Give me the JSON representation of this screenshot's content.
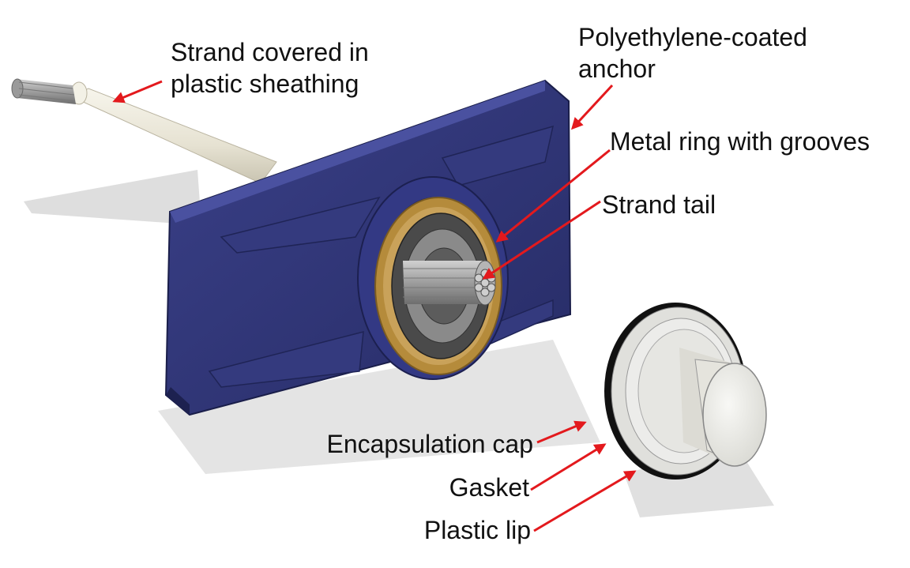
{
  "colors": {
    "anchor_blue": "#2e3475",
    "anchor_blue_dark": "#1f2456",
    "anchor_blue_light": "#3d4391",
    "sheath_cream": "#ebe7d8",
    "ring_gold": "#b48a3a",
    "strand_gray": "#a9a9a9",
    "cap_white": "#ededea",
    "gasket_black": "#111111",
    "arrow_red": "#e3191d",
    "shadow": "#d9d9d9"
  },
  "labels": {
    "strand_sheath_line1": "Strand covered in",
    "strand_sheath_line2": "plastic sheathing",
    "anchor_line1": "Polyethylene-coated",
    "anchor_line2": "anchor",
    "metal_ring": "Metal ring with grooves",
    "strand_tail": "Strand tail",
    "encapsulation_cap": "Encapsulation cap",
    "gasket": "Gasket",
    "plastic_lip": "Plastic lip"
  }
}
